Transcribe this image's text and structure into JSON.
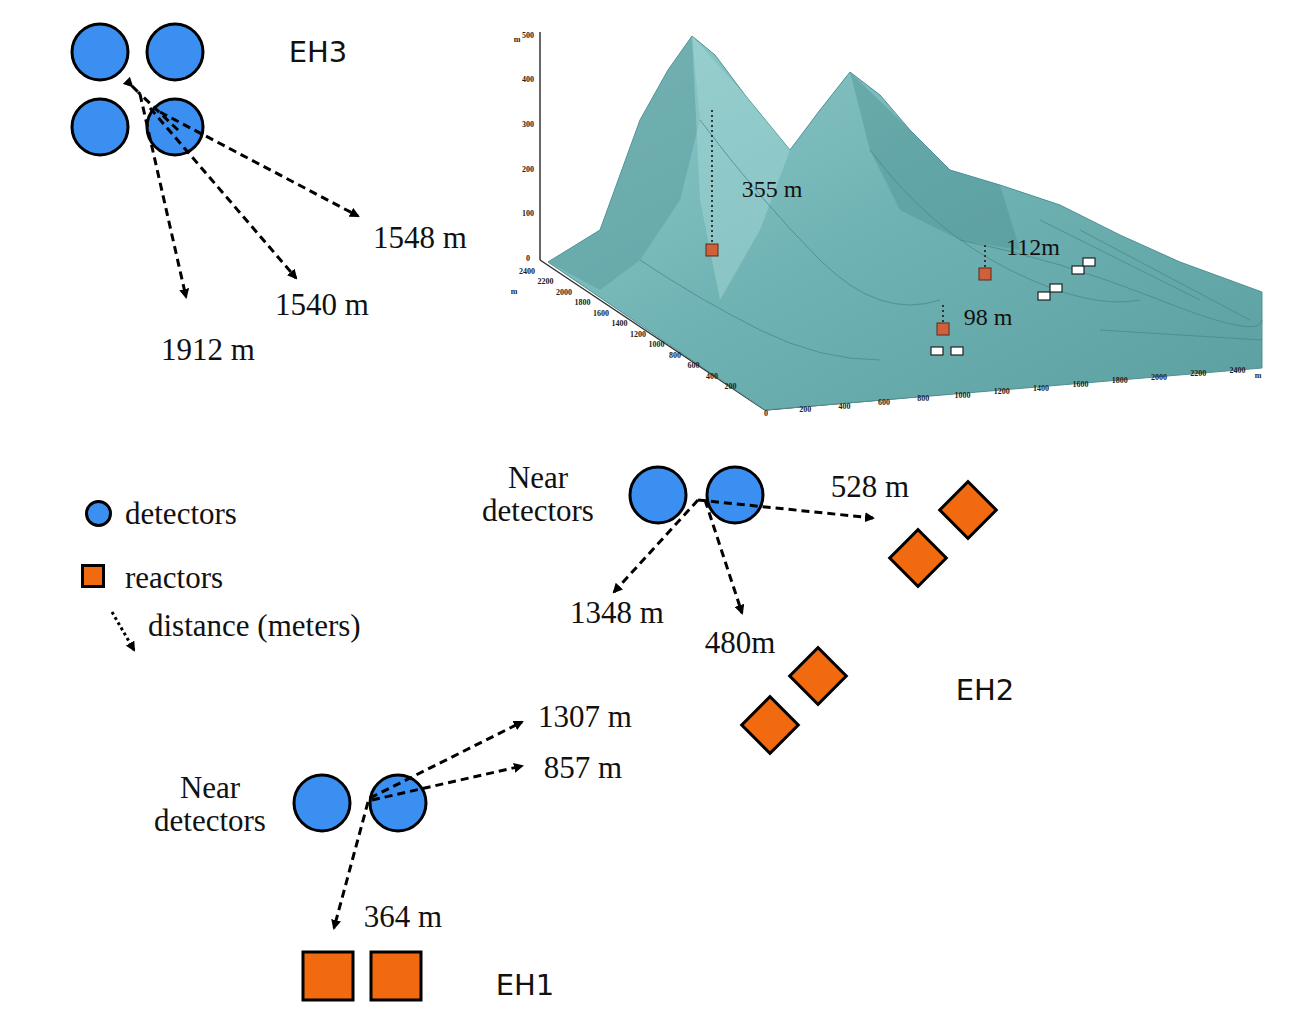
{
  "diagram": {
    "labels": [
      "EH3",
      "1548 m",
      "1540 m",
      "1912 m",
      "355 m",
      "112m",
      "98 m",
      "Near detectors",
      "528 m",
      "1348 m",
      "480m",
      "EH2",
      "1307 m",
      "857 m",
      "Near detectors",
      "364 m",
      "EH1",
      "500",
      "400",
      "300",
      "200",
      "100",
      "0",
      "m",
      "2400",
      "2200",
      "2000",
      "1800",
      "1600",
      "1400",
      "1200",
      "1000",
      "800",
      "600",
      "400",
      "200",
      "m",
      "0",
      "200",
      "400",
      "600",
      "800",
      "1000",
      "1200",
      "1400",
      "1600",
      "1800",
      "2000",
      "2200",
      "2400",
      "m"
    ],
    "legend": [
      {
        "text": "detectors",
        "color": "#3a8ff0"
      },
      {
        "text": "reactors",
        "color": "#f26a10"
      },
      {
        "text": "distance (meters)"
      }
    ]
  }
}
